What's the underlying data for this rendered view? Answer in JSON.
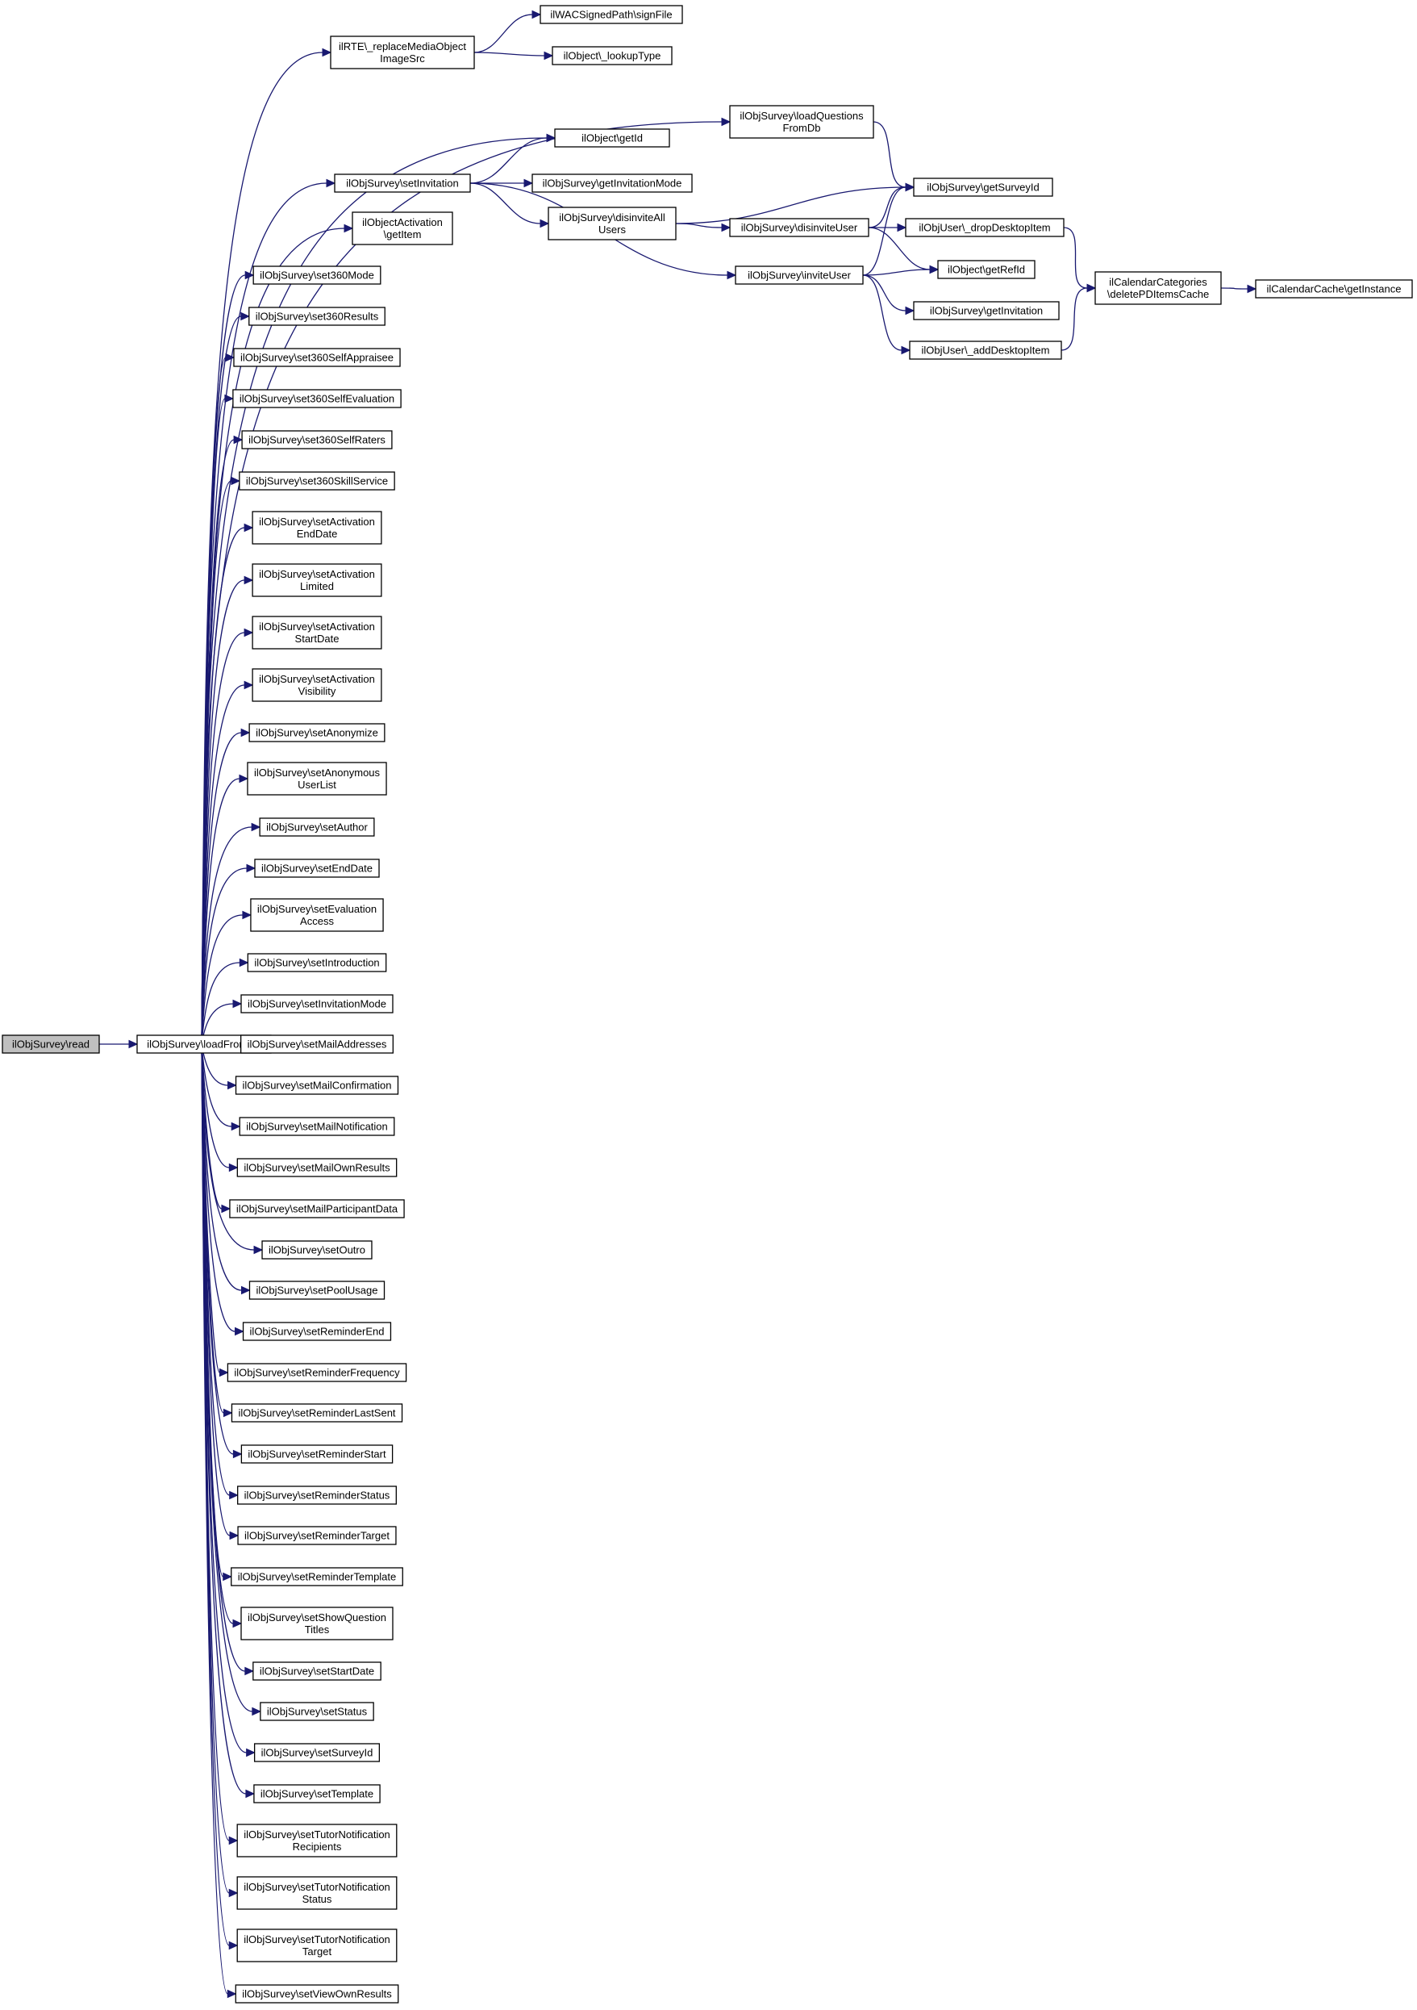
{
  "graph": {
    "type": "call-graph",
    "colors": {
      "edge": "#191970",
      "node_border": "#000000",
      "node_fill": "#ffffff",
      "root_fill": "#bfbfbf"
    },
    "nodes": [
      {
        "id": "read",
        "lines": [
          "ilObjSurvey\\read"
        ],
        "root": true
      },
      {
        "id": "loadFromDb",
        "lines": [
          "ilObjSurvey\\loadFromDb"
        ]
      },
      {
        "id": "replaceMedia",
        "lines": [
          "ilRTE\\_replaceMediaObject",
          "ImageSrc"
        ]
      },
      {
        "id": "signFile",
        "lines": [
          "ilWACSignedPath\\signFile"
        ]
      },
      {
        "id": "lookupType",
        "lines": [
          "ilObject\\_lookupType"
        ]
      },
      {
        "id": "loadQuestions",
        "lines": [
          "ilObjSurvey\\loadQuestions",
          "FromDb"
        ]
      },
      {
        "id": "getId",
        "lines": [
          "ilObject\\getId"
        ]
      },
      {
        "id": "setInvitation",
        "lines": [
          "ilObjSurvey\\setInvitation"
        ]
      },
      {
        "id": "getInvitationMode",
        "lines": [
          "ilObjSurvey\\getInvitationMode"
        ]
      },
      {
        "id": "getSurveyId",
        "lines": [
          "ilObjSurvey\\getSurveyId"
        ]
      },
      {
        "id": "disinviteAll",
        "lines": [
          "ilObjSurvey\\disinviteAll",
          "Users"
        ]
      },
      {
        "id": "disinviteUser",
        "lines": [
          "ilObjSurvey\\disinviteUser"
        ]
      },
      {
        "id": "dropDesktop",
        "lines": [
          "ilObjUser\\_dropDesktopItem"
        ]
      },
      {
        "id": "getRefId",
        "lines": [
          "ilObject\\getRefId"
        ]
      },
      {
        "id": "inviteUser",
        "lines": [
          "ilObjSurvey\\inviteUser"
        ]
      },
      {
        "id": "getInvitation",
        "lines": [
          "ilObjSurvey\\getInvitation"
        ]
      },
      {
        "id": "addDesktop",
        "lines": [
          "ilObjUser\\_addDesktopItem"
        ]
      },
      {
        "id": "calCategories",
        "lines": [
          "ilCalendarCategories",
          "\\deletePDItemsCache"
        ]
      },
      {
        "id": "calCache",
        "lines": [
          "ilCalendarCache\\getInstance"
        ]
      },
      {
        "id": "objActivation",
        "lines": [
          "ilObjectActivation",
          "\\getItem"
        ]
      },
      {
        "id": "set360Mode",
        "lines": [
          "ilObjSurvey\\set360Mode"
        ]
      },
      {
        "id": "set360Results",
        "lines": [
          "ilObjSurvey\\set360Results"
        ]
      },
      {
        "id": "set360SelfAppraisee",
        "lines": [
          "ilObjSurvey\\set360SelfAppraisee"
        ]
      },
      {
        "id": "set360SelfEvaluation",
        "lines": [
          "ilObjSurvey\\set360SelfEvaluation"
        ]
      },
      {
        "id": "set360SelfRaters",
        "lines": [
          "ilObjSurvey\\set360SelfRaters"
        ]
      },
      {
        "id": "set360SkillService",
        "lines": [
          "ilObjSurvey\\set360SkillService"
        ]
      },
      {
        "id": "setActivationEndDate",
        "lines": [
          "ilObjSurvey\\setActivation",
          "EndDate"
        ]
      },
      {
        "id": "setActivationLimited",
        "lines": [
          "ilObjSurvey\\setActivation",
          "Limited"
        ]
      },
      {
        "id": "setActivationStartDate",
        "lines": [
          "ilObjSurvey\\setActivation",
          "StartDate"
        ]
      },
      {
        "id": "setActivationVisibility",
        "lines": [
          "ilObjSurvey\\setActivation",
          "Visibility"
        ]
      },
      {
        "id": "setAnonymize",
        "lines": [
          "ilObjSurvey\\setAnonymize"
        ]
      },
      {
        "id": "setAnonymousUserList",
        "lines": [
          "ilObjSurvey\\setAnonymous",
          "UserList"
        ]
      },
      {
        "id": "setAuthor",
        "lines": [
          "ilObjSurvey\\setAuthor"
        ]
      },
      {
        "id": "setEndDate",
        "lines": [
          "ilObjSurvey\\setEndDate"
        ]
      },
      {
        "id": "setEvaluationAccess",
        "lines": [
          "ilObjSurvey\\setEvaluation",
          "Access"
        ]
      },
      {
        "id": "setIntroduction",
        "lines": [
          "ilObjSurvey\\setIntroduction"
        ]
      },
      {
        "id": "setInvitationMode",
        "lines": [
          "ilObjSurvey\\setInvitationMode"
        ]
      },
      {
        "id": "setMailAddresses",
        "lines": [
          "ilObjSurvey\\setMailAddresses"
        ]
      },
      {
        "id": "setMailConfirmation",
        "lines": [
          "ilObjSurvey\\setMailConfirmation"
        ]
      },
      {
        "id": "setMailNotification",
        "lines": [
          "ilObjSurvey\\setMailNotification"
        ]
      },
      {
        "id": "setMailOwnResults",
        "lines": [
          "ilObjSurvey\\setMailOwnResults"
        ]
      },
      {
        "id": "setMailParticipantData",
        "lines": [
          "ilObjSurvey\\setMailParticipantData"
        ]
      },
      {
        "id": "setOutro",
        "lines": [
          "ilObjSurvey\\setOutro"
        ]
      },
      {
        "id": "setPoolUsage",
        "lines": [
          "ilObjSurvey\\setPoolUsage"
        ]
      },
      {
        "id": "setReminderEnd",
        "lines": [
          "ilObjSurvey\\setReminderEnd"
        ]
      },
      {
        "id": "setReminderFrequency",
        "lines": [
          "ilObjSurvey\\setReminderFrequency"
        ]
      },
      {
        "id": "setReminderLastSent",
        "lines": [
          "ilObjSurvey\\setReminderLastSent"
        ]
      },
      {
        "id": "setReminderStart",
        "lines": [
          "ilObjSurvey\\setReminderStart"
        ]
      },
      {
        "id": "setReminderStatus",
        "lines": [
          "ilObjSurvey\\setReminderStatus"
        ]
      },
      {
        "id": "setReminderTarget",
        "lines": [
          "ilObjSurvey\\setReminderTarget"
        ]
      },
      {
        "id": "setReminderTemplate",
        "lines": [
          "ilObjSurvey\\setReminderTemplate"
        ]
      },
      {
        "id": "setShowQuestionTitles",
        "lines": [
          "ilObjSurvey\\setShowQuestion",
          "Titles"
        ]
      },
      {
        "id": "setStartDate",
        "lines": [
          "ilObjSurvey\\setStartDate"
        ]
      },
      {
        "id": "setStatus",
        "lines": [
          "ilObjSurvey\\setStatus"
        ]
      },
      {
        "id": "setSurveyId",
        "lines": [
          "ilObjSurvey\\setSurveyId"
        ]
      },
      {
        "id": "setTemplate",
        "lines": [
          "ilObjSurvey\\setTemplate"
        ]
      },
      {
        "id": "setTutorNotificationRecipients",
        "lines": [
          "ilObjSurvey\\setTutorNotification",
          "Recipients"
        ]
      },
      {
        "id": "setTutorNotificationStatus",
        "lines": [
          "ilObjSurvey\\setTutorNotification",
          "Status"
        ]
      },
      {
        "id": "setTutorNotificationTarget",
        "lines": [
          "ilObjSurvey\\setTutorNotification",
          "Target"
        ]
      },
      {
        "id": "setViewOwnResults",
        "lines": [
          "ilObjSurvey\\setViewOwnResults"
        ]
      }
    ],
    "edges": [
      [
        "read",
        "loadFromDb"
      ],
      [
        "loadFromDb",
        "replaceMedia"
      ],
      [
        "loadFromDb",
        "loadQuestions"
      ],
      [
        "loadFromDb",
        "getId"
      ],
      [
        "loadFromDb",
        "setInvitation"
      ],
      [
        "loadFromDb",
        "objActivation"
      ],
      [
        "loadFromDb",
        "set360Mode"
      ],
      [
        "loadFromDb",
        "set360Results"
      ],
      [
        "loadFromDb",
        "set360SelfAppraisee"
      ],
      [
        "loadFromDb",
        "set360SelfEvaluation"
      ],
      [
        "loadFromDb",
        "set360SelfRaters"
      ],
      [
        "loadFromDb",
        "set360SkillService"
      ],
      [
        "loadFromDb",
        "setActivationEndDate"
      ],
      [
        "loadFromDb",
        "setActivationLimited"
      ],
      [
        "loadFromDb",
        "setActivationStartDate"
      ],
      [
        "loadFromDb",
        "setActivationVisibility"
      ],
      [
        "loadFromDb",
        "setAnonymize"
      ],
      [
        "loadFromDb",
        "setAnonymousUserList"
      ],
      [
        "loadFromDb",
        "setAuthor"
      ],
      [
        "loadFromDb",
        "setEndDate"
      ],
      [
        "loadFromDb",
        "setEvaluationAccess"
      ],
      [
        "loadFromDb",
        "setIntroduction"
      ],
      [
        "loadFromDb",
        "setInvitationMode"
      ],
      [
        "loadFromDb",
        "setMailAddresses"
      ],
      [
        "loadFromDb",
        "setMailConfirmation"
      ],
      [
        "loadFromDb",
        "setMailNotification"
      ],
      [
        "loadFromDb",
        "setMailOwnResults"
      ],
      [
        "loadFromDb",
        "setMailParticipantData"
      ],
      [
        "loadFromDb",
        "setOutro"
      ],
      [
        "loadFromDb",
        "setPoolUsage"
      ],
      [
        "loadFromDb",
        "setReminderEnd"
      ],
      [
        "loadFromDb",
        "setReminderFrequency"
      ],
      [
        "loadFromDb",
        "setReminderLastSent"
      ],
      [
        "loadFromDb",
        "setReminderStart"
      ],
      [
        "loadFromDb",
        "setReminderStatus"
      ],
      [
        "loadFromDb",
        "setReminderTarget"
      ],
      [
        "loadFromDb",
        "setReminderTemplate"
      ],
      [
        "loadFromDb",
        "setShowQuestionTitles"
      ],
      [
        "loadFromDb",
        "setStartDate"
      ],
      [
        "loadFromDb",
        "setStatus"
      ],
      [
        "loadFromDb",
        "setSurveyId"
      ],
      [
        "loadFromDb",
        "setTemplate"
      ],
      [
        "loadFromDb",
        "setTutorNotificationRecipients"
      ],
      [
        "loadFromDb",
        "setTutorNotificationStatus"
      ],
      [
        "loadFromDb",
        "setTutorNotificationTarget"
      ],
      [
        "loadFromDb",
        "setViewOwnResults"
      ],
      [
        "replaceMedia",
        "signFile"
      ],
      [
        "replaceMedia",
        "lookupType"
      ],
      [
        "loadQuestions",
        "getSurveyId"
      ],
      [
        "setInvitation",
        "getId"
      ],
      [
        "setInvitation",
        "getInvitationMode"
      ],
      [
        "setInvitation",
        "disinviteAll"
      ],
      [
        "setInvitation",
        "inviteUser"
      ],
      [
        "disinviteAll",
        "getSurveyId"
      ],
      [
        "disinviteAll",
        "disinviteUser"
      ],
      [
        "disinviteUser",
        "getSurveyId"
      ],
      [
        "disinviteUser",
        "dropDesktop"
      ],
      [
        "disinviteUser",
        "getRefId"
      ],
      [
        "inviteUser",
        "getSurveyId"
      ],
      [
        "inviteUser",
        "getRefId"
      ],
      [
        "inviteUser",
        "getInvitation"
      ],
      [
        "inviteUser",
        "addDesktop"
      ],
      [
        "dropDesktop",
        "calCategories"
      ],
      [
        "addDesktop",
        "calCategories"
      ],
      [
        "calCategories",
        "calCache"
      ]
    ]
  }
}
